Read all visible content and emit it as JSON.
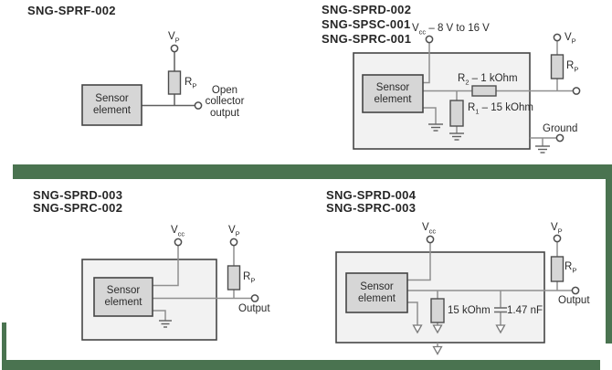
{
  "page": {
    "background": "#ffffff"
  },
  "colors": {
    "accent_green": "#4a7350",
    "outer_box_fill": "#f2f2f2",
    "sensor_box_fill": "#d6d6d6",
    "component_line": "#4d4d4d",
    "wire": "#8f8f8f",
    "text": "#2b2b2b"
  },
  "diagrams": {
    "sprf002": {
      "titles": [
        "SNG-SPRF-002"
      ],
      "sensor_label": "Sensor element",
      "vp": {
        "main": "V",
        "sub": "P"
      },
      "rp": {
        "main": "R",
        "sub": "P"
      },
      "output_label": "Open collector output"
    },
    "sprd002": {
      "titles": [
        "SNG-SPRD-002",
        "SNG-SPSC-001",
        "SNG-SPRC-001"
      ],
      "vcc": {
        "main": "V",
        "sub": "cc",
        "rest": " – 8 V to 16 V"
      },
      "sensor_label": "Sensor element",
      "r2": {
        "main": "R",
        "sub": "2",
        "rest": " – 1 kOhm"
      },
      "r1": {
        "main": "R",
        "sub": "1",
        "rest": " – 15 kOhm"
      },
      "vp": {
        "main": "V",
        "sub": "P"
      },
      "rp": {
        "main": "R",
        "sub": "P"
      },
      "ground_label": "Ground"
    },
    "sprd003": {
      "titles": [
        "SNG-SPRD-003",
        "SNG-SPRC-002"
      ],
      "vcc": {
        "main": "V",
        "sub": "cc"
      },
      "vp": {
        "main": "V",
        "sub": "P"
      },
      "rp": {
        "main": "R",
        "sub": "P"
      },
      "sensor_label": "Sensor element",
      "output_label": "Output"
    },
    "sprd004": {
      "titles": [
        "SNG-SPRD-004",
        "SNG-SPRC-003"
      ],
      "vcc": {
        "main": "V",
        "sub": "cc"
      },
      "vp": {
        "main": "V",
        "sub": "P"
      },
      "rp": {
        "main": "R",
        "sub": "P"
      },
      "sensor_label": "Sensor element",
      "pulldown_resistor_label": "15 kOhm",
      "capacitor_label": "1.47 nF",
      "output_label": "Output"
    }
  }
}
